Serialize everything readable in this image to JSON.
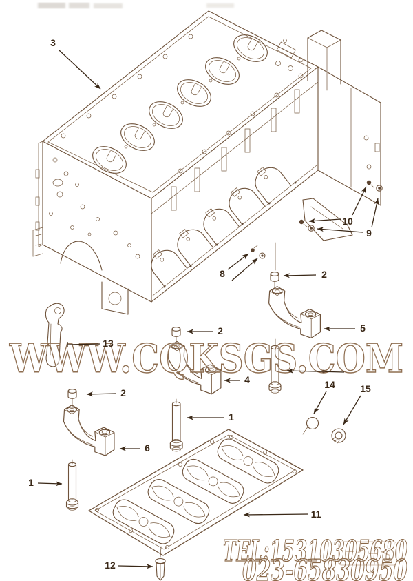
{
  "watermarks": {
    "center": "WWW.CQKSGS.COM",
    "tel": "TEL:15310305680",
    "phone": "023-65830950"
  },
  "callouts": {
    "c1_mid": "1",
    "c1_left": "1",
    "c2_top": "2",
    "c2_mid": "2",
    "c2_left": "2",
    "c3": "3",
    "c4": "4",
    "c5": "5",
    "c6": "6",
    "c8": "8",
    "c9": "9",
    "c10": "10",
    "c11": "11",
    "c12": "12",
    "c13": "13",
    "c14": "14",
    "c15": "15"
  }
}
